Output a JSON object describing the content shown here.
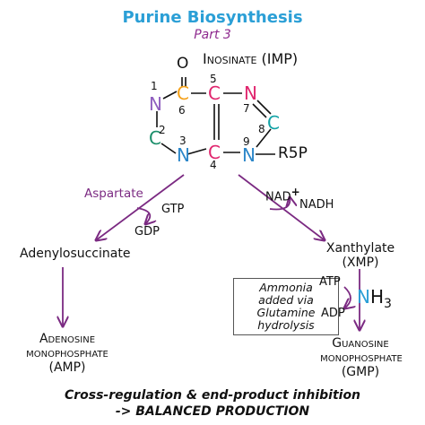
{
  "header": {
    "title": "Purine Biosynthesis",
    "subtitle": "Part 3"
  },
  "start": {
    "name": "Inosinate (IMP)"
  },
  "molecule": {
    "atoms": {
      "o": "O",
      "n1": "N",
      "c6": "C",
      "c5": "C",
      "n7": "N",
      "c8": "C",
      "c2": "C",
      "n3": "N",
      "c4": "C",
      "n9": "N"
    },
    "numbers": [
      "1",
      "2",
      "3",
      "4",
      "5",
      "6",
      "7",
      "8",
      "9"
    ],
    "substituent": "R5P"
  },
  "left_branch": {
    "reagent": "Aspartate",
    "cofactor_in": "GTP",
    "cofactor_out": "GDP",
    "intermediate": "Adenylosuccinate",
    "product_line1": "Adenosine",
    "product_line2": "monophosphate",
    "product_line3": "(AMP)"
  },
  "right_branch": {
    "cofactor_in": "NAD",
    "cofactor_in_charge": "+",
    "cofactor_out": "NADH",
    "intermediate_line1": "Xanthylate",
    "intermediate_line2": "(XMP)",
    "atp": "ATP",
    "adp": "ADP",
    "nh3_n": "N",
    "nh3_h": "H",
    "nh3_sub": "3",
    "note_line1": "Ammonia",
    "note_line2": "added via",
    "note_line3": "Glutamine",
    "note_line4": "hydrolysis",
    "product_line1": "Guanosine",
    "product_line2": "monophosphate",
    "product_line3": "(GMP)"
  },
  "footer": {
    "line1": "Cross-regulation & end-product inhibition",
    "line2": "-> BALANCED PRODUCTION"
  },
  "colors": {
    "title": "#2b9fd6",
    "purple": "#7b2a82",
    "orange": "#f4a018",
    "magenta": "#e0266e",
    "teal": "#12a3a6",
    "blue": "#2b86c9",
    "lavender": "#8f5fbf",
    "green": "#1a8e6a"
  }
}
